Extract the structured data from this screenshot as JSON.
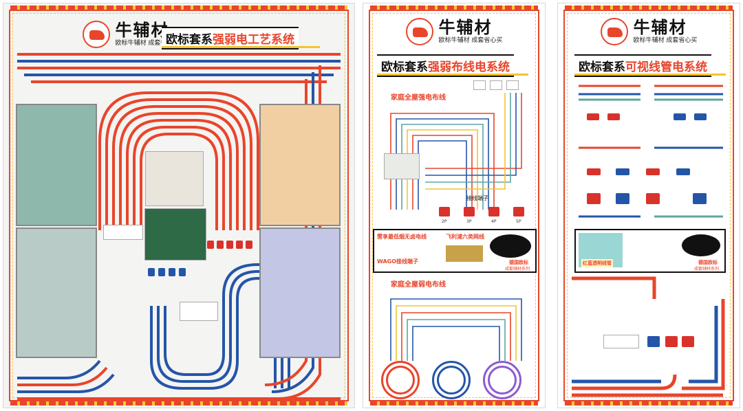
{
  "brand": {
    "name": "牛辅材",
    "slogan": "欧标牛辅材 成套省心买",
    "logo_icon": "bull-logo-icon"
  },
  "colors": {
    "red": "#e8452b",
    "blue": "#2455a8",
    "yellow": "#f3c42e",
    "teal": "#5ba6a0"
  },
  "panels": [
    {
      "title_prefix": "欧标套系",
      "title_accent": "强弱电工艺系统"
    },
    {
      "title_prefix": "欧标套系",
      "title_accent": "强弱布线电系统",
      "section1": "家庭全屋强电布线",
      "section2": "家庭全屋弱电布线",
      "terminal_label": "接线端子",
      "counts": [
        "2P",
        "3P",
        "4P",
        "5P"
      ],
      "card_left": "需享最低烟无卤电线",
      "card_mid": "飞利浦六类网线",
      "card_wago": "WAGO接线端子",
      "badge": "德国欧标",
      "badge_sub": "成套辅材系列"
    },
    {
      "title_prefix": "欧标套系",
      "title_accent": "可视线管电系统",
      "badge": "德国欧标",
      "badge_sub": "成套辅材系列",
      "pipe_label": "红蓝透明线管"
    }
  ]
}
